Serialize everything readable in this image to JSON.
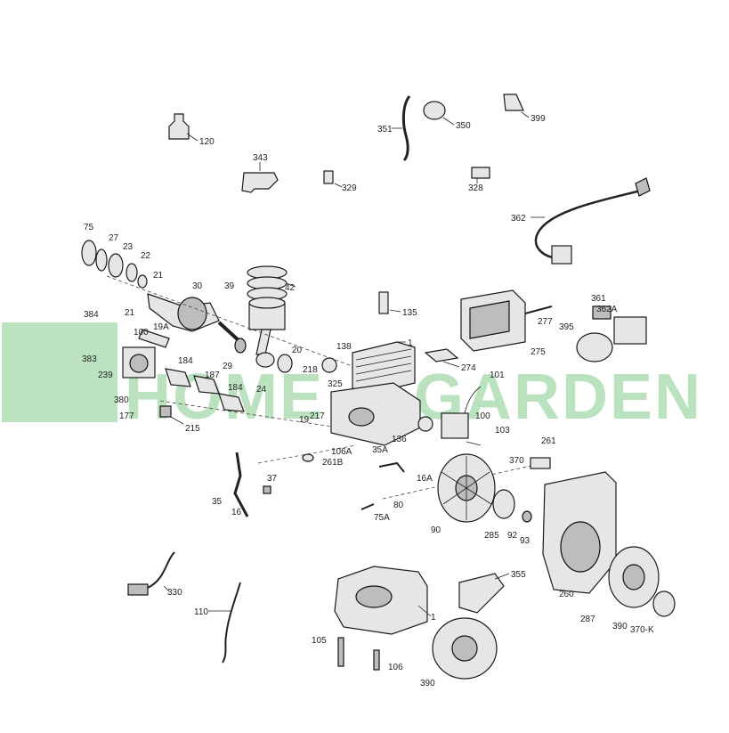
{
  "watermark": {
    "text_left": "HOME",
    "text_right": "GARDEN",
    "color": "#3fae49"
  },
  "labels": {
    "l120": "120",
    "l343": "343",
    "l329": "329",
    "l351": "351",
    "l350": "350",
    "l399": "399",
    "l328": "328",
    "l362": "362",
    "l75": "75",
    "l27": "27",
    "l23": "23",
    "l22": "22",
    "l21a": "21",
    "l21b": "21",
    "l30": "30",
    "l39": "39",
    "l42": "42",
    "l384": "384",
    "l383": "383",
    "l100": "100",
    "l19a": "19A",
    "l239": "239",
    "l184a": "184",
    "l187": "187",
    "l184b": "184",
    "l29": "29",
    "l24": "24",
    "l20": "20",
    "l380": "380",
    "l177": "177",
    "l215": "215",
    "l135": "135",
    "l138": "138",
    "l1a": "1",
    "l218": "218",
    "l325": "325",
    "l217": "217",
    "l19": "19",
    "l274": "274",
    "l101": "101",
    "l136": "136",
    "l100b": "100",
    "l103": "103",
    "l275": "275",
    "l277": "277",
    "l361": "361",
    "l362a": "362A",
    "l395": "395",
    "l106a": "106A",
    "l261b": "261B",
    "l35a": "35A",
    "l16a": "16A",
    "l37": "37",
    "l35": "35",
    "l16": "16",
    "l80": "80",
    "l75a": "75A",
    "l90": "90",
    "l285": "285",
    "l92": "92",
    "l93": "93",
    "l261": "261",
    "l370": "370",
    "l260": "260",
    "l330": "330",
    "l110": "110",
    "l355": "355",
    "l1b": "1",
    "l105": "105",
    "l106": "106",
    "l390a": "390",
    "l287": "287",
    "l390b": "390",
    "l370k": "370-K"
  }
}
